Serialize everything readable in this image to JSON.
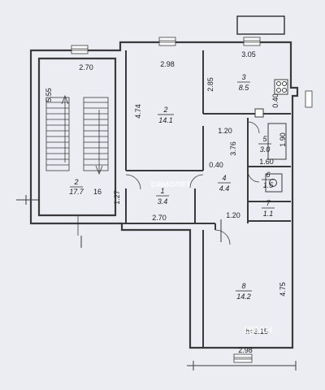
{
  "dimensions": {
    "stair_width": "2.70",
    "stair_length": "5.55",
    "room2_width": "2.98",
    "room2_length": "4.74",
    "room3_width": "3.05",
    "room3_length": "2.85",
    "wall_040_a": "0.40",
    "wall_040_b": "0.40",
    "corridor_120_a": "1.20",
    "room5_length": "3.76",
    "room5_height": "1.90",
    "room5_width": "1.60",
    "room1_height": "1.27",
    "room1_width": "2.70",
    "corridor_120_b": "1.20",
    "room8_length": "4.75",
    "room8_width": "2.98"
  },
  "rooms": [
    {
      "id": "stair",
      "number": "2",
      "area": "17.7"
    },
    {
      "id": "room1",
      "number": "1",
      "area": "3.4"
    },
    {
      "id": "room2",
      "number": "2",
      "area": "14.1"
    },
    {
      "id": "room3",
      "number": "3",
      "area": "8.5"
    },
    {
      "id": "room4",
      "number": "4",
      "area": "4.4"
    },
    {
      "id": "room5",
      "number": "5",
      "area": "3.0"
    },
    {
      "id": "room6",
      "number": "6",
      "area": "1.5"
    },
    {
      "id": "room7",
      "number": "7",
      "area": "1.1"
    },
    {
      "id": "room8",
      "number": "8",
      "area": "14.2"
    }
  ],
  "stair_extra_label": "16",
  "ceiling_height": "h=3.15",
  "watermarks": [
    "самолет",
    "ЦИАН"
  ],
  "colors": {
    "paper": "#ecedf3",
    "wall": "#3a3a3a",
    "ink": "#1c1c1c"
  }
}
